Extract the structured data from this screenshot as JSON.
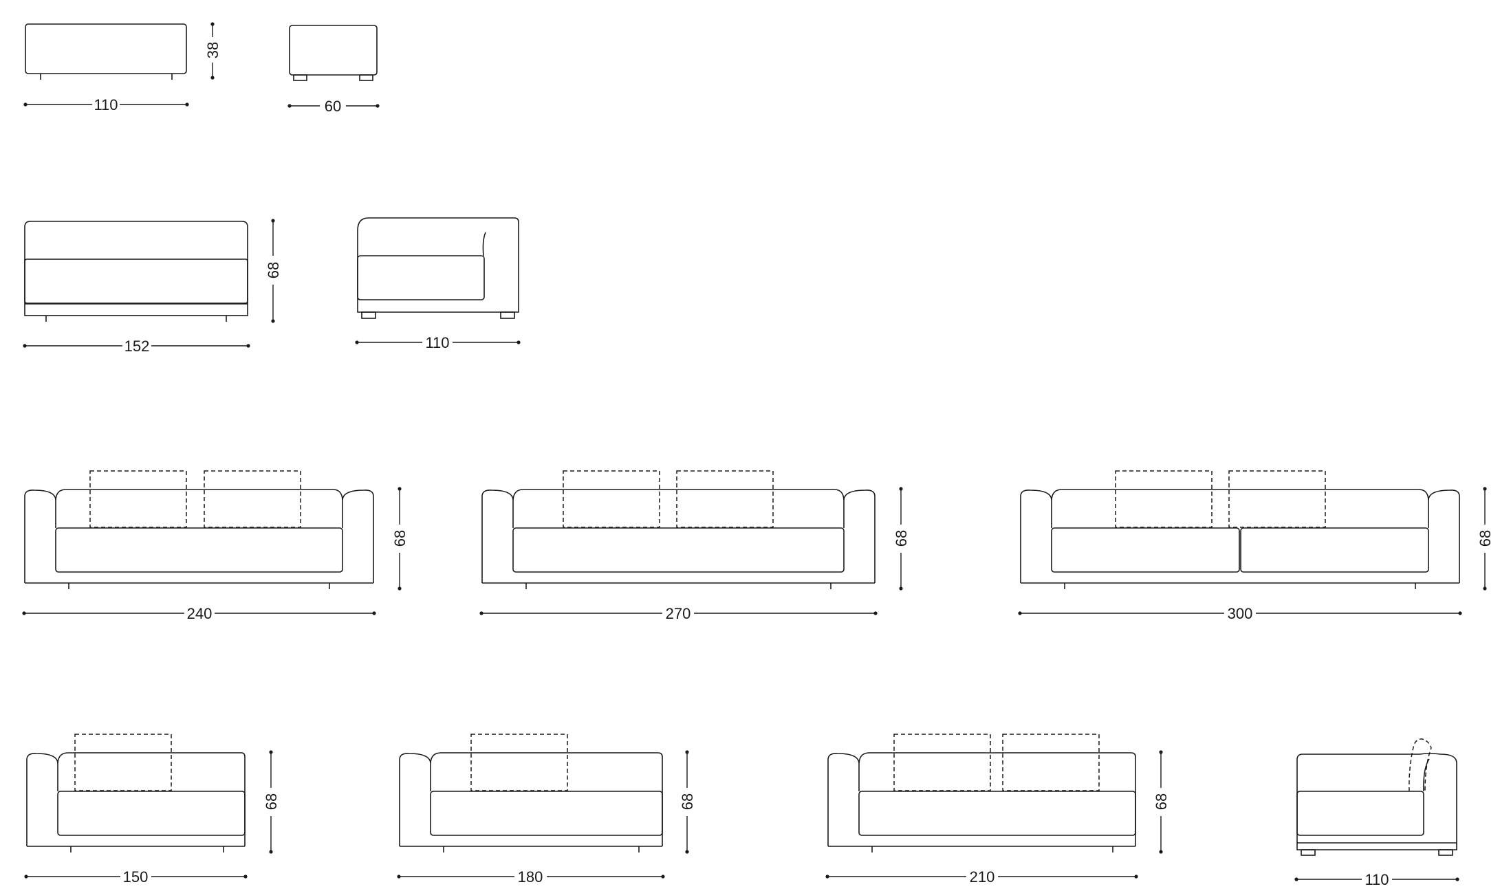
{
  "modules": [
    {
      "id": "pouf-110",
      "view": "elevation",
      "width_label": "110",
      "height_label": "38"
    },
    {
      "id": "pouf-60",
      "view": "side",
      "width_label": "60"
    },
    {
      "id": "sofa-152",
      "view": "elevation",
      "width_label": "152",
      "height_label": "68"
    },
    {
      "id": "chaise-110",
      "view": "side",
      "width_label": "110"
    },
    {
      "id": "sofa-240",
      "view": "front",
      "width_label": "240",
      "height_label": "68"
    },
    {
      "id": "sofa-270",
      "view": "front",
      "width_label": "270",
      "height_label": "68"
    },
    {
      "id": "sofa-300",
      "view": "front",
      "width_label": "300",
      "height_label": "68"
    },
    {
      "id": "sofa-150",
      "view": "front",
      "width_label": "150",
      "height_label": "68"
    },
    {
      "id": "sofa-180",
      "view": "front",
      "width_label": "180",
      "height_label": "68"
    },
    {
      "id": "sofa-210",
      "view": "front",
      "width_label": "210",
      "height_label": "68"
    },
    {
      "id": "end-module-110",
      "view": "side",
      "width_label": "110"
    }
  ]
}
